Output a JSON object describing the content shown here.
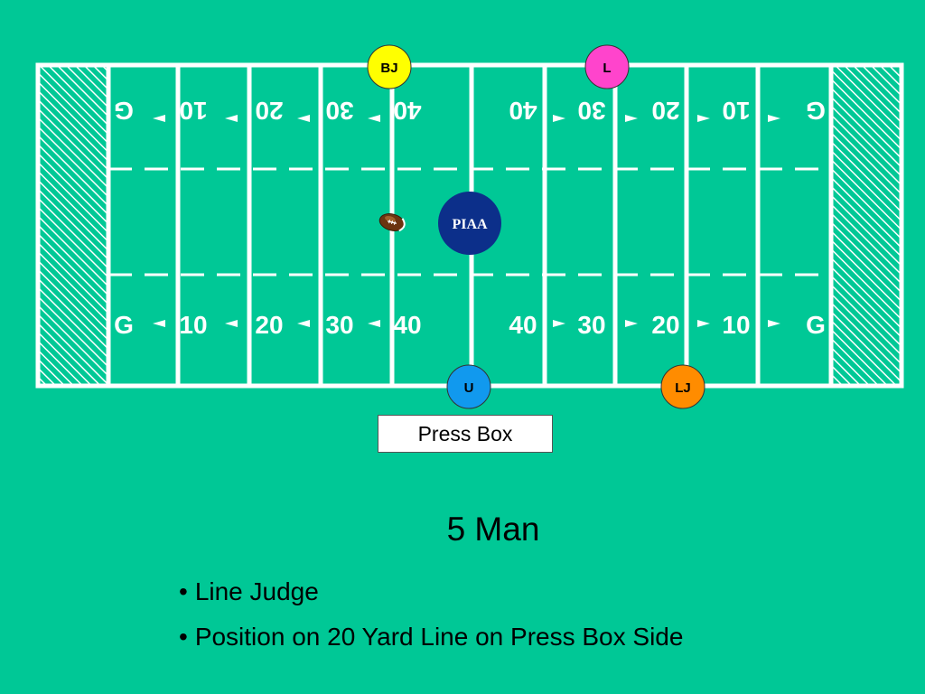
{
  "field": {
    "top_numbers": [
      "G",
      "10",
      "20",
      "30",
      "40",
      "40",
      "30",
      "20",
      "10",
      "G"
    ],
    "bottom_numbers": [
      "G",
      "10",
      "20",
      "30",
      "40",
      "40",
      "30",
      "20",
      "10",
      "G"
    ],
    "center_logo": "PIAA"
  },
  "officials": {
    "back_judge": {
      "label": "BJ",
      "color": "#ffff00"
    },
    "linesman": {
      "label": "L",
      "color": "#ff44cc"
    },
    "umpire": {
      "label": "U",
      "color": "#1199ee"
    },
    "line_judge": {
      "label": "LJ",
      "color": "#ff8c00"
    }
  },
  "colors": {
    "background": "#00c896",
    "lines": "#ffffff",
    "logo_circle": "#0c2f8a"
  },
  "press_box": "Press Box",
  "title": "5 Man",
  "bullets": [
    "Line Judge",
    "Position on 20 Yard Line on Press Box Side"
  ]
}
